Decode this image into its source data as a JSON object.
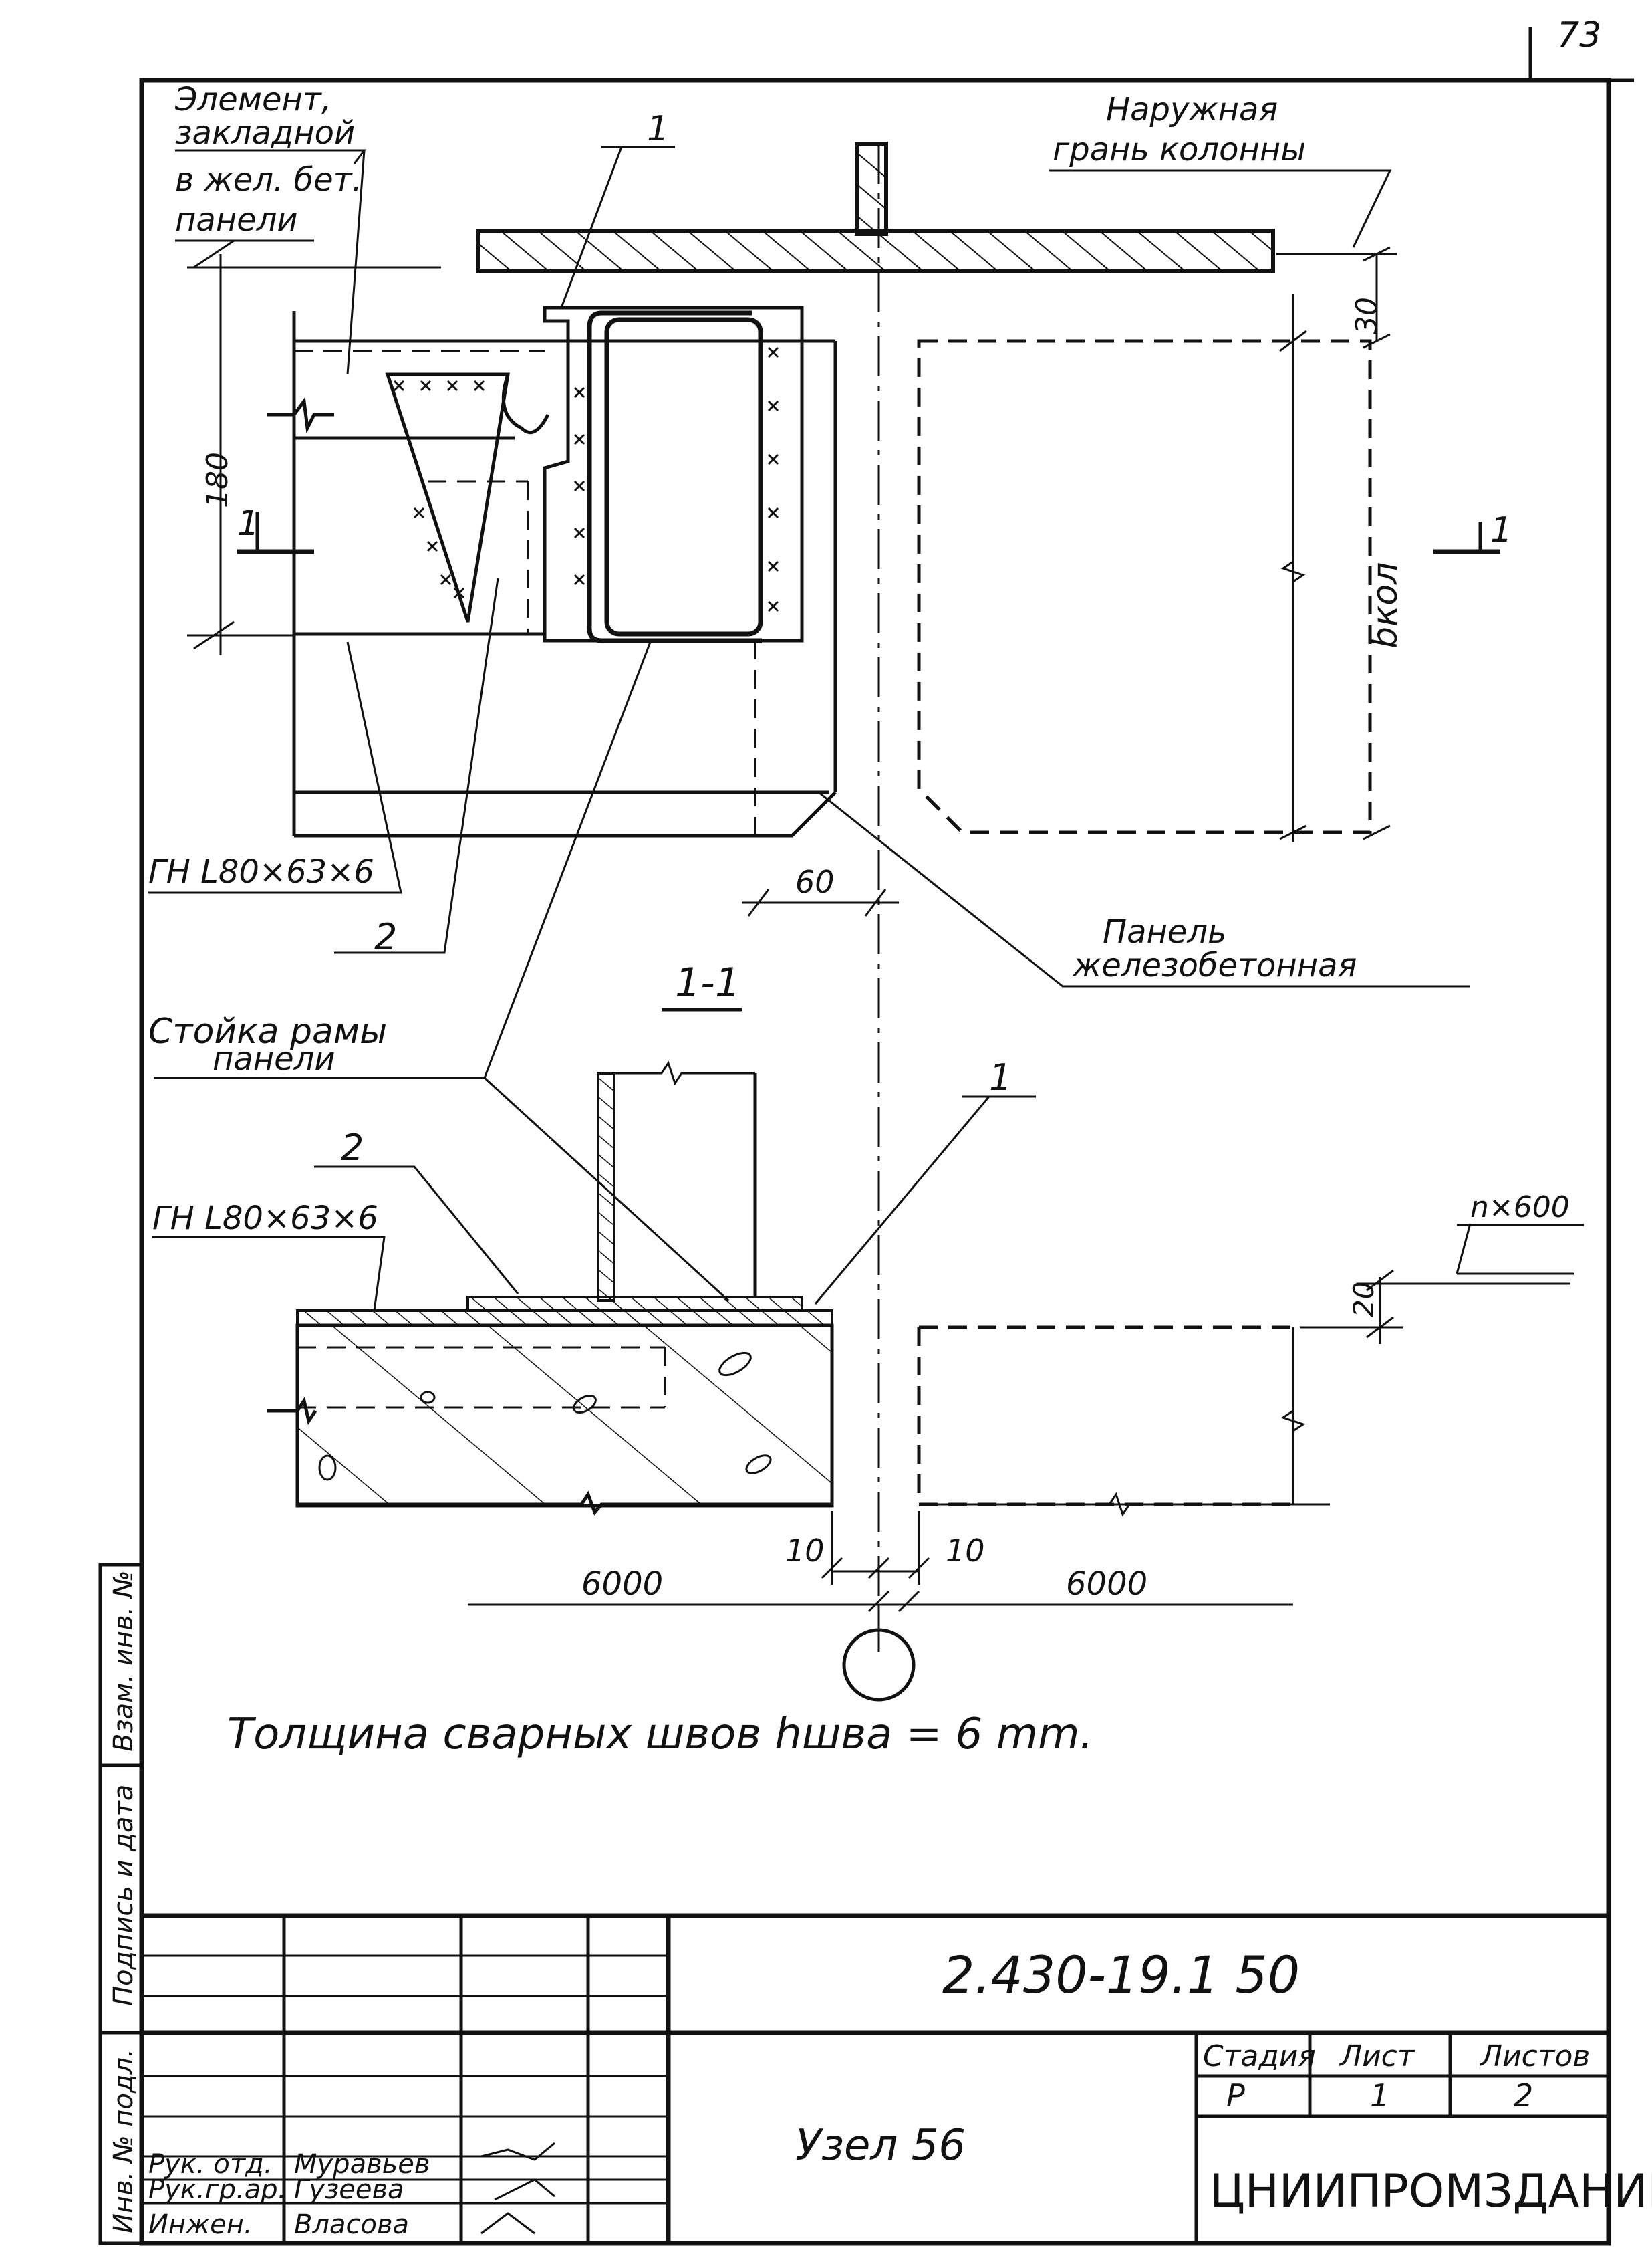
{
  "sheet_number": "73",
  "top_view": {
    "embedded_element_label": [
      "Элемент,",
      "закладной",
      "в жел. бет.",
      "панели"
    ],
    "column_face_label": [
      "Наружная",
      "грань колонны"
    ],
    "callout_1": "1",
    "callout_2": "2",
    "angle_label": "ГН L80×63×6",
    "frame_post_label": [
      "Стойка рамы",
      "панели"
    ],
    "rc_panel_label": [
      "Панель",
      "железобетонная"
    ],
    "dim_30": "30",
    "dim_180": "180",
    "dim_60": "60",
    "dim_bcol": "bкол",
    "section_mark": "1"
  },
  "section_view": {
    "title": "1-1",
    "callout_1": "1",
    "callout_2": "2",
    "angle_label": "ГН L80×63×6",
    "dim_n600": "n×600",
    "dim_20": "20",
    "dim_10_left": "10",
    "dim_10_right": "10",
    "dim_6000_left": "6000",
    "dim_6000_right": "6000"
  },
  "note": "Толщина сварных швов  hшва = 6 mm.",
  "side_stamp": [
    "Инв. № подл.",
    "Подпись и дата",
    "Взам. инв. №"
  ],
  "title_block": {
    "doc_code": "2.430-19.1 50",
    "title": "Узел 56",
    "stage_header": "Стадия",
    "sheet_header": "Лист",
    "sheets_header": "Листов",
    "stage": "Р",
    "sheet": "1",
    "sheets": "2",
    "organization": "ЦНИИПРОМЗДАНИЙ",
    "staff": [
      {
        "role": "Рук. отд.",
        "name": "Муравьев"
      },
      {
        "role": "Рук.гр.ар.",
        "name": "Гузеева"
      },
      {
        "role": "Инжен.",
        "name": "Власова"
      }
    ]
  }
}
